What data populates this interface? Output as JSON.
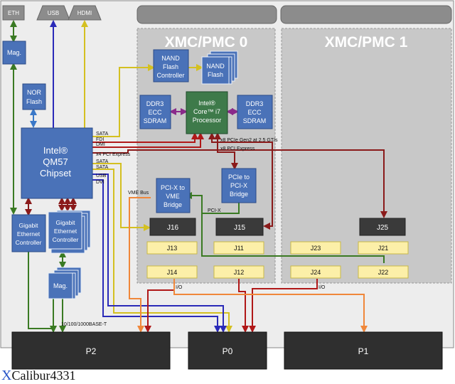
{
  "connectors_top": {
    "eth": "ETH",
    "usb": "USB",
    "hdmi": "HDMI"
  },
  "xmc0": {
    "title": "XMC/PMC 0"
  },
  "xmc1": {
    "title": "XMC/PMC 1"
  },
  "blocks": {
    "mag_top": "Mag.",
    "nor": [
      "NOR",
      "Flash"
    ],
    "chipset": [
      "Intel®",
      "QM57",
      "Chipset"
    ],
    "gbe1": [
      "Gigabit",
      "Ethernet",
      "Controller"
    ],
    "gbe2": [
      "Gigabit",
      "Ethernet",
      "Controller"
    ],
    "mag_bottom": "Mag.",
    "nand_ctrl": [
      "NAND",
      "Flash",
      "Controller"
    ],
    "nand": [
      "NAND",
      "Flash"
    ],
    "ddr_left": [
      "DDR3",
      "ECC",
      "SDRAM"
    ],
    "cpu": [
      "Intel®",
      "Core™ i7",
      "Processor"
    ],
    "ddr_right": [
      "DDR3",
      "ECC",
      "SDRAM"
    ],
    "pcix_vme": [
      "PCI-X to",
      "VME",
      "Bridge"
    ],
    "pcie_pcix": [
      "PCIe to",
      "PCI-X",
      "Bridge"
    ]
  },
  "jacks": {
    "j16": "J16",
    "j15": "J15",
    "j25": "J25",
    "j13": "J13",
    "j11": "J11",
    "j23": "J23",
    "j21": "J21",
    "j14": "J14",
    "j12": "J12",
    "j24": "J24",
    "j22": "J22"
  },
  "backplane": {
    "p2": "P2",
    "p0": "P0",
    "p1": "P1"
  },
  "bus_labels": {
    "sata1": "SATA",
    "fdi": "FDI",
    "dmi": "DMI",
    "pcie_x4": "x4 PCI Express",
    "sata2": "SATA",
    "sata3": "SATA",
    "usb": "USB",
    "dvi": "DVI",
    "pcie_gen2": "x8 PCIe Gen2 at 2.5 GT/s",
    "pcie_x8": "x8 PCI Express",
    "vme_bus": "VME Bus",
    "pcix": "PCI-X",
    "io_left": "I/O",
    "io_right": "I/O",
    "ethernet": "10/100/1000BASE-T"
  },
  "brand": {
    "x": "X",
    "rest": "Calibur4331"
  },
  "colors": {
    "board": "#ededed",
    "module": "#c8c8c8",
    "block_blue": "#4a72b8",
    "cpu_green": "#3e7a4a",
    "jack_dark": "#3a3a3a",
    "jack_yellow": "#fcefa8",
    "backplane": "#2f2f2f",
    "wire_green": "#3a7a23",
    "wire_blue": "#2a2ab8",
    "wire_yellow": "#d4c021",
    "wire_red": "#b01818",
    "wire_orange": "#f0873a",
    "wire_purple": "#8a2a8a",
    "wire_darkred": "#8a1a1a"
  }
}
